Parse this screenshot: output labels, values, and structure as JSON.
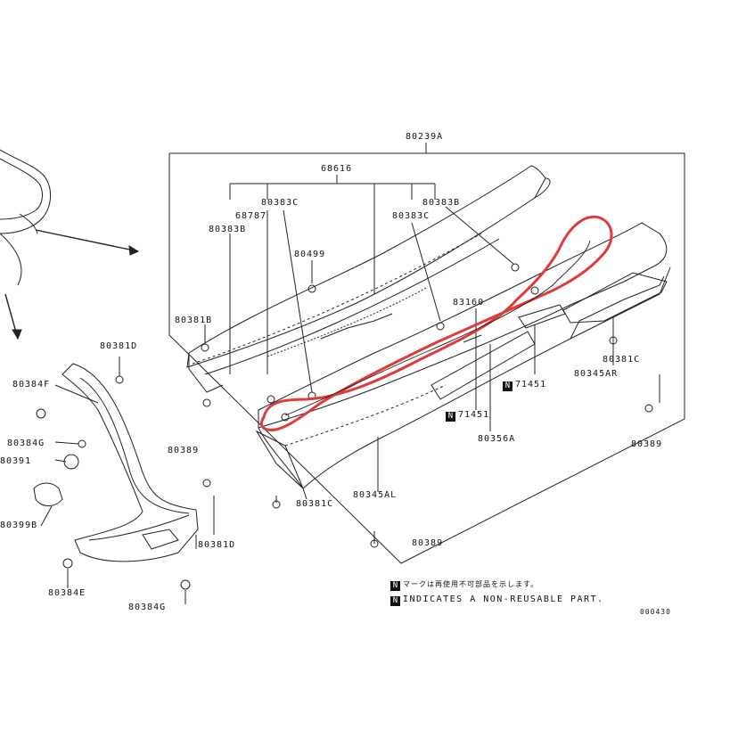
{
  "diagram": {
    "top_label": "80239A",
    "labels": {
      "p68616": "68616",
      "p80383C_top": "80383C",
      "p80383B_right": "80383B",
      "p68787": "68787",
      "p80383B_left": "80383B",
      "p80383C_mid": "80383C",
      "p80499": "80499",
      "p83160": "83160",
      "p80381B": "80381B",
      "p80381D_a": "80381D",
      "p80384F": "80384F",
      "p80384G_a": "80384G",
      "p80391": "80391",
      "p80399B": "80399B",
      "p80389_a": "80389",
      "p80381C_a": "80381C",
      "p80381D_b": "80381D",
      "p80384E": "80384E",
      "p80384G_b": "80384G",
      "p80345AL": "80345AL",
      "p80389_b": "80389",
      "p71451_a": "71451",
      "p71451_b": "71451",
      "p80356A": "80356A",
      "p80381C_b": "80381C",
      "p80345AR": "80345AR",
      "p80389_c": "80389"
    },
    "n_mark": "N",
    "notes": {
      "jp": "マークは再使用不可部品を示します。",
      "en": "INDICATES A NON-REUSABLE PART."
    },
    "drawing_code": "000430",
    "colors": {
      "highlight": "#e03a3a",
      "line": "#222222"
    }
  }
}
